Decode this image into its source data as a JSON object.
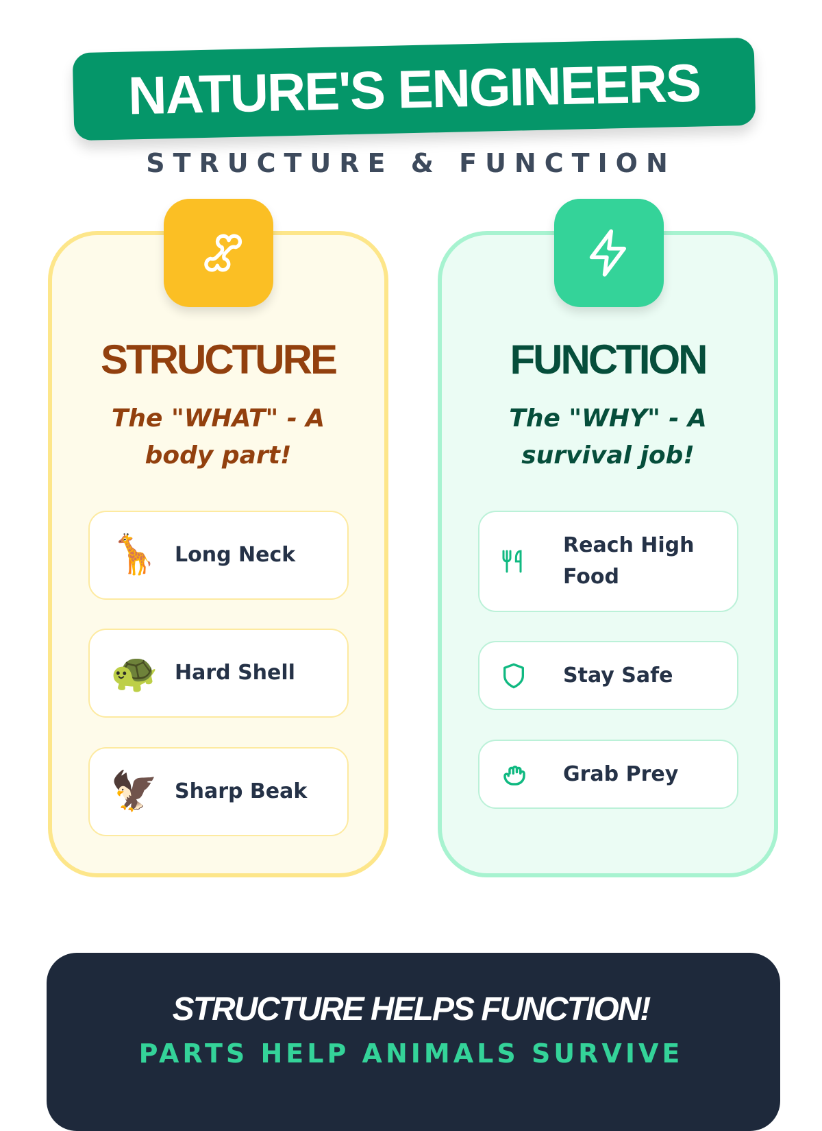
{
  "title": "NATURE'S ENGINEERS",
  "subtitle": "STRUCTURE & FUNCTION",
  "structure": {
    "heading": "STRUCTURE",
    "tagline": "The \"WHAT\" - A body part!",
    "icon": "bone-icon",
    "color": "#fbbf24",
    "items": [
      {
        "label": "Long Neck",
        "emoji": "🦒"
      },
      {
        "label": "Hard Shell",
        "emoji": "🐢"
      },
      {
        "label": "Sharp Beak",
        "emoji": "🦅"
      }
    ]
  },
  "function": {
    "heading": "FUNCTION",
    "tagline": "The \"WHY\" - A survival job!",
    "icon": "lightning-icon",
    "color": "#34d399",
    "items": [
      {
        "label": "Reach High Food",
        "icon": "utensils-icon"
      },
      {
        "label": "Stay Safe",
        "icon": "shield-icon"
      },
      {
        "label": "Grab Prey",
        "icon": "grab-hand-icon"
      }
    ]
  },
  "footer": {
    "headline": "STRUCTURE HELPS FUNCTION!",
    "subline": "PARTS HELP ANIMALS SURVIVE"
  }
}
